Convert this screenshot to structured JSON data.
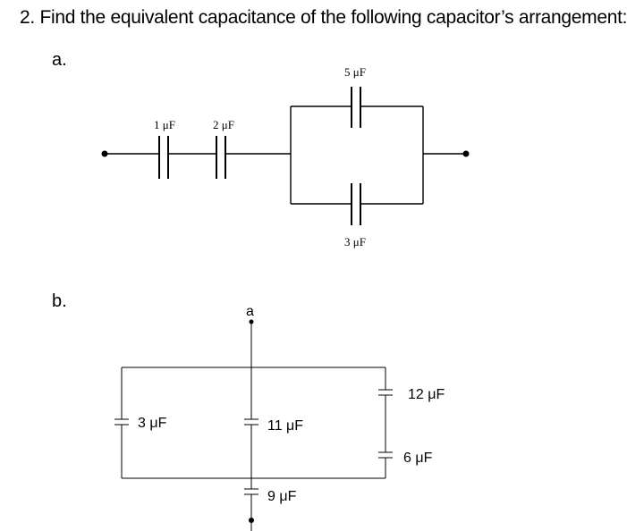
{
  "question": {
    "title": "2. Find the equivalent capacitance of the following capacitor’s arrangement:"
  },
  "part_a": {
    "label": "a.",
    "capacitors": {
      "c1": "1 μF",
      "c2": "2 μF",
      "c_top": "5 μF",
      "c_bottom": "3 μF"
    }
  },
  "part_b": {
    "label": "b.",
    "terminal_a": "a",
    "capacitors": {
      "left": "3 μF",
      "middle": "11 μF",
      "right_top": "12 μF",
      "right_bottom": "6 μF",
      "lower": "9 μF"
    }
  }
}
